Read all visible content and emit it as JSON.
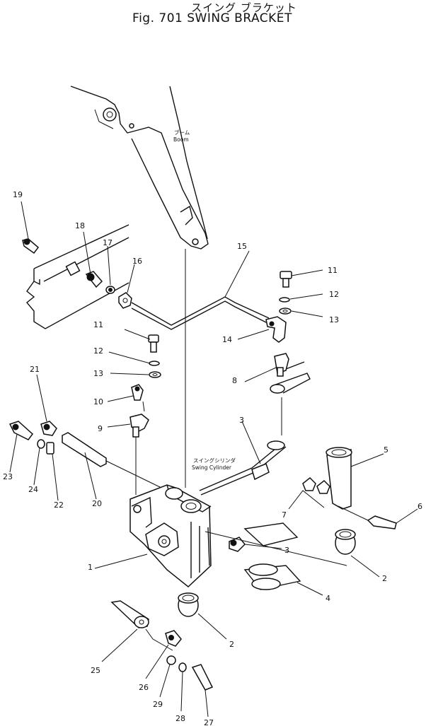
{
  "title_jp": "スイング ブラケット",
  "title_en": "Fig. 701 SWING BRACKET",
  "annotations": {
    "boom_jp": "ブーム",
    "boom_en": "Boom",
    "cyl_jp": "スイングシリンダ",
    "cyl_en": "Swing Cylinder"
  },
  "callouts": [
    {
      "id": "c19",
      "label": "19"
    },
    {
      "id": "c18",
      "label": "18"
    },
    {
      "id": "c17",
      "label": "17"
    },
    {
      "id": "c16",
      "label": "16"
    },
    {
      "id": "c15",
      "label": "15"
    },
    {
      "id": "c11a",
      "label": "11"
    },
    {
      "id": "c12a",
      "label": "12"
    },
    {
      "id": "c13a",
      "label": "13"
    },
    {
      "id": "c14",
      "label": "14"
    },
    {
      "id": "c11b",
      "label": "11"
    },
    {
      "id": "c12b",
      "label": "12"
    },
    {
      "id": "c13b",
      "label": "13"
    },
    {
      "id": "c8",
      "label": "8"
    },
    {
      "id": "c10",
      "label": "10"
    },
    {
      "id": "c9",
      "label": "9"
    },
    {
      "id": "c21",
      "label": "21"
    },
    {
      "id": "c23",
      "label": "23"
    },
    {
      "id": "c24",
      "label": "24"
    },
    {
      "id": "c22",
      "label": "22"
    },
    {
      "id": "c20",
      "label": "20"
    },
    {
      "id": "c3a",
      "label": "3"
    },
    {
      "id": "c5",
      "label": "5"
    },
    {
      "id": "c7",
      "label": "7"
    },
    {
      "id": "c6",
      "label": "6"
    },
    {
      "id": "c3b",
      "label": "3"
    },
    {
      "id": "c2a",
      "label": "2"
    },
    {
      "id": "c1",
      "label": "1"
    },
    {
      "id": "c4",
      "label": "4"
    },
    {
      "id": "c2b",
      "label": "2"
    },
    {
      "id": "c25",
      "label": "25"
    },
    {
      "id": "c26",
      "label": "26"
    },
    {
      "id": "c29",
      "label": "29"
    },
    {
      "id": "c28",
      "label": "28"
    },
    {
      "id": "c27",
      "label": "27"
    }
  ]
}
